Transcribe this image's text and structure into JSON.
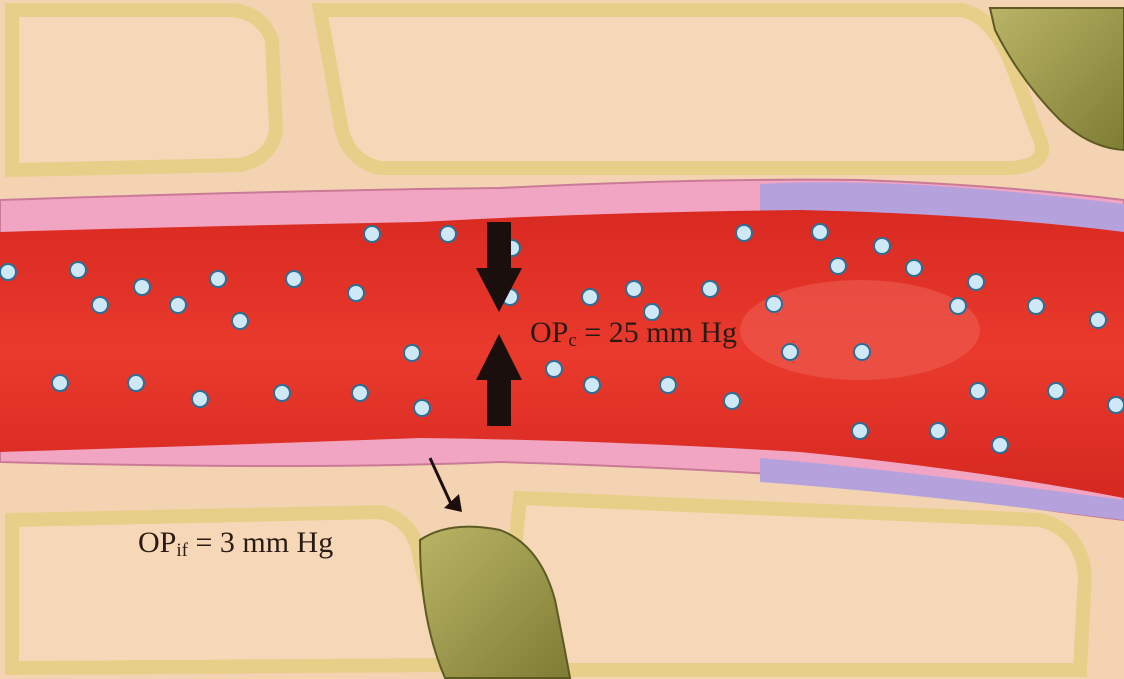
{
  "labels": {
    "capillary_pressure": {
      "prefix": "OP",
      "subscript": "c",
      "value": "= 25 mm Hg"
    },
    "interstitial_pressure": {
      "prefix": "OP",
      "subscript": "if",
      "value": "= 3 mm Hg"
    }
  },
  "colors": {
    "background_tissue": "#f3d3b1",
    "cell_border": "#ead48f",
    "blood": "#e8342a",
    "blood_dark": "#c9221c",
    "vessel_wall_pink": "#f2a5c3",
    "vessel_wall_violet": "#b5a2dd",
    "protein_dot": "#cfe8f8",
    "protein_dot_outline": "#2b6f96",
    "arrow": "#1a0f0c",
    "smooth_muscle": "#a4a04e"
  },
  "icons": {
    "inward_arrows": "pressure-arrows-icon",
    "protein_particle": "protein-dot-icon",
    "outflow_arrow": "outflow-arrow-icon"
  }
}
